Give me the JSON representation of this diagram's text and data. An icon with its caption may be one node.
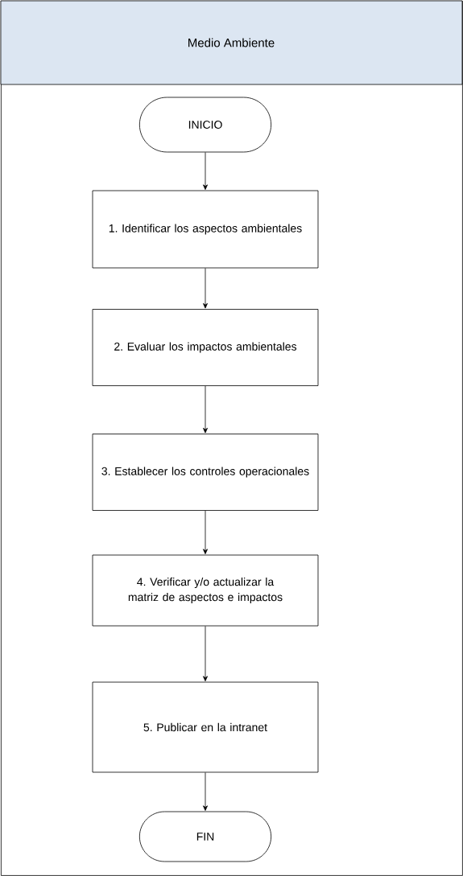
{
  "diagram": {
    "nodes": [
      {
        "text": [
          "Medio Ambiente"
        ]
      },
      {
        "text": [
          "INICIO"
        ],
        "in": 0
      },
      {
        "text": [
          "1. Identificar los aspectos ambientales"
        ],
        "in": 0
      },
      {
        "text": [
          "2. Evaluar los impactos ambientales"
        ],
        "in": 0
      },
      {
        "text": [
          "3. Establecer los controles operacionales"
        ],
        "in": 0
      },
      {
        "text": [
          "4. Verificar y/o actualizar la matriz de aspectos e impactos"
        ],
        "in": 0
      },
      {
        "text": [
          "5. Publicar en la intranet"
        ],
        "in": 0
      },
      {
        "text": [
          "FIN"
        ],
        "in": 0
      }
    ],
    "edges": [
      {
        "from": 1,
        "to": 2,
        "arrow": "to"
      },
      {
        "from": 2,
        "to": 3,
        "arrow": "to"
      },
      {
        "from": 3,
        "to": 4,
        "arrow": "to"
      },
      {
        "from": 4,
        "to": 5,
        "arrow": "to"
      },
      {
        "from": 5,
        "to": 6,
        "arrow": "to"
      },
      {
        "from": 6,
        "to": 7,
        "arrow": "to"
      }
    ]
  }
}
